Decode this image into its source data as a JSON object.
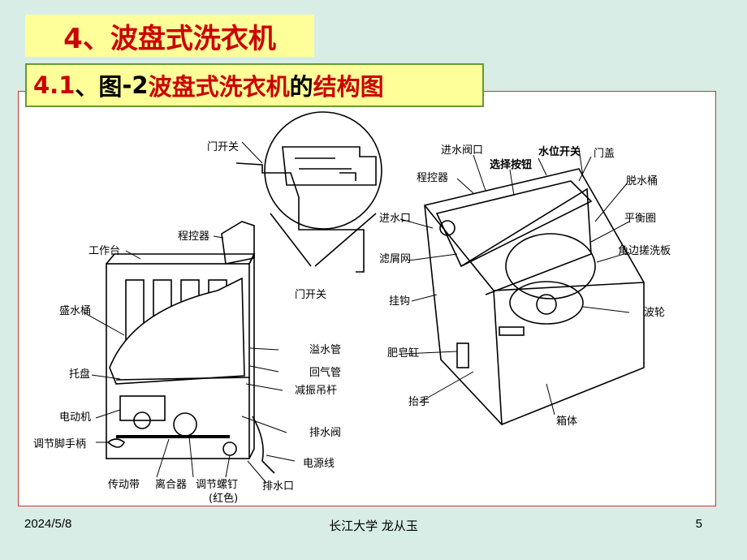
{
  "slide": {
    "title": "4、波盘式洗衣机",
    "subtitle": {
      "part1": "4.1",
      "part2": "、图",
      "part3": "-2 ",
      "part4": "波盘式洗衣机",
      "part5": "的",
      "part6": "结构图"
    }
  },
  "figure": {
    "left_labels": {
      "door_switch_top": "门开关",
      "program_controller": "程控器",
      "worktable": "工作台",
      "door_switch": "门开关",
      "water_tub": "盛水桶",
      "overflow_pipe": "溢水管",
      "air_return_pipe": "回气管",
      "tray": "托盘",
      "damping_rod": "减振吊杆",
      "motor": "电动机",
      "drain_valve": "排水阀",
      "foot_handle": "调节脚手柄",
      "power_cord": "电源线",
      "belt": "传动带",
      "clutch": "离合器",
      "adjust_screw": "调节螺钉",
      "red_note": "(红色)",
      "drain_outlet": "排水口"
    },
    "right_labels": {
      "inlet_valve": "进水阀口",
      "level_switch": "水位开关",
      "lid": "门盖",
      "select_button": "选择按钮",
      "controller": "程控器",
      "spin_tub": "脱水桶",
      "balance_ring": "平衡圈",
      "inlet": "进水口",
      "corner_board": "角边搓洗板",
      "filter": "滤屑网",
      "hook": "挂钩",
      "pulsator": "波轮",
      "soap_box": "肥皂缸",
      "handle": "抬手",
      "cabinet": "箱体"
    }
  },
  "footer": {
    "date": "2024/5/8",
    "center": "长江大学 龙从玉",
    "page": "5"
  }
}
